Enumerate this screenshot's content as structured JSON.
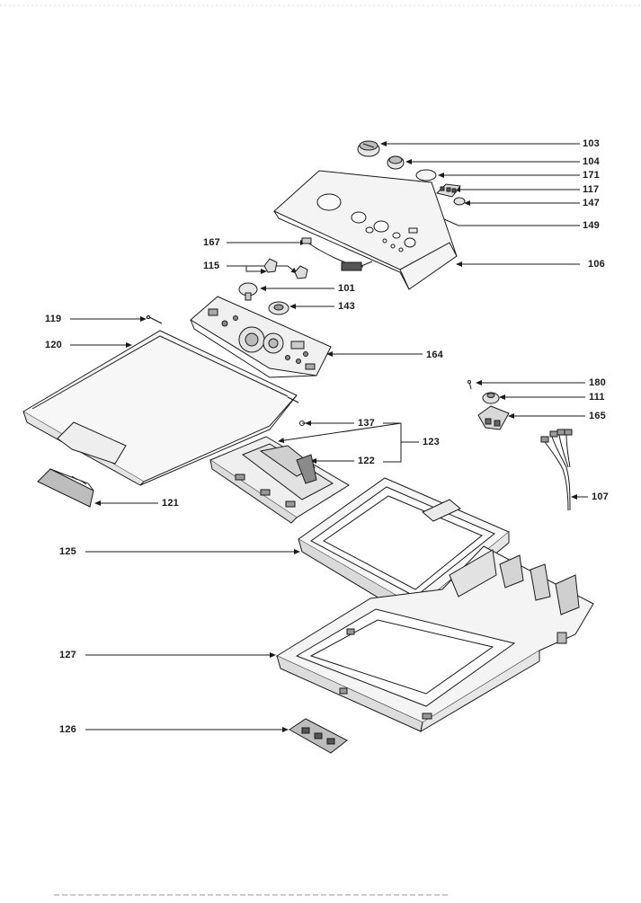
{
  "diagram": {
    "callouts": {
      "c103": "103",
      "c104": "104",
      "c171": "171",
      "c117": "117",
      "c147": "147",
      "c149": "149",
      "c106": "106",
      "c167": "167",
      "c115": "115",
      "c101": "101",
      "c143": "143",
      "c119": "119",
      "c120": "120",
      "c164": "164",
      "c180": "180",
      "c111": "111",
      "c165": "165",
      "c137": "137",
      "c123": "123",
      "c122": "122",
      "c107": "107",
      "c121": "121",
      "c125": "125",
      "c127": "127",
      "c126": "126"
    }
  },
  "colors": {
    "ink": "#1a1a1a",
    "fill": "#f2f2f2",
    "shade": "#cfcfcf"
  }
}
